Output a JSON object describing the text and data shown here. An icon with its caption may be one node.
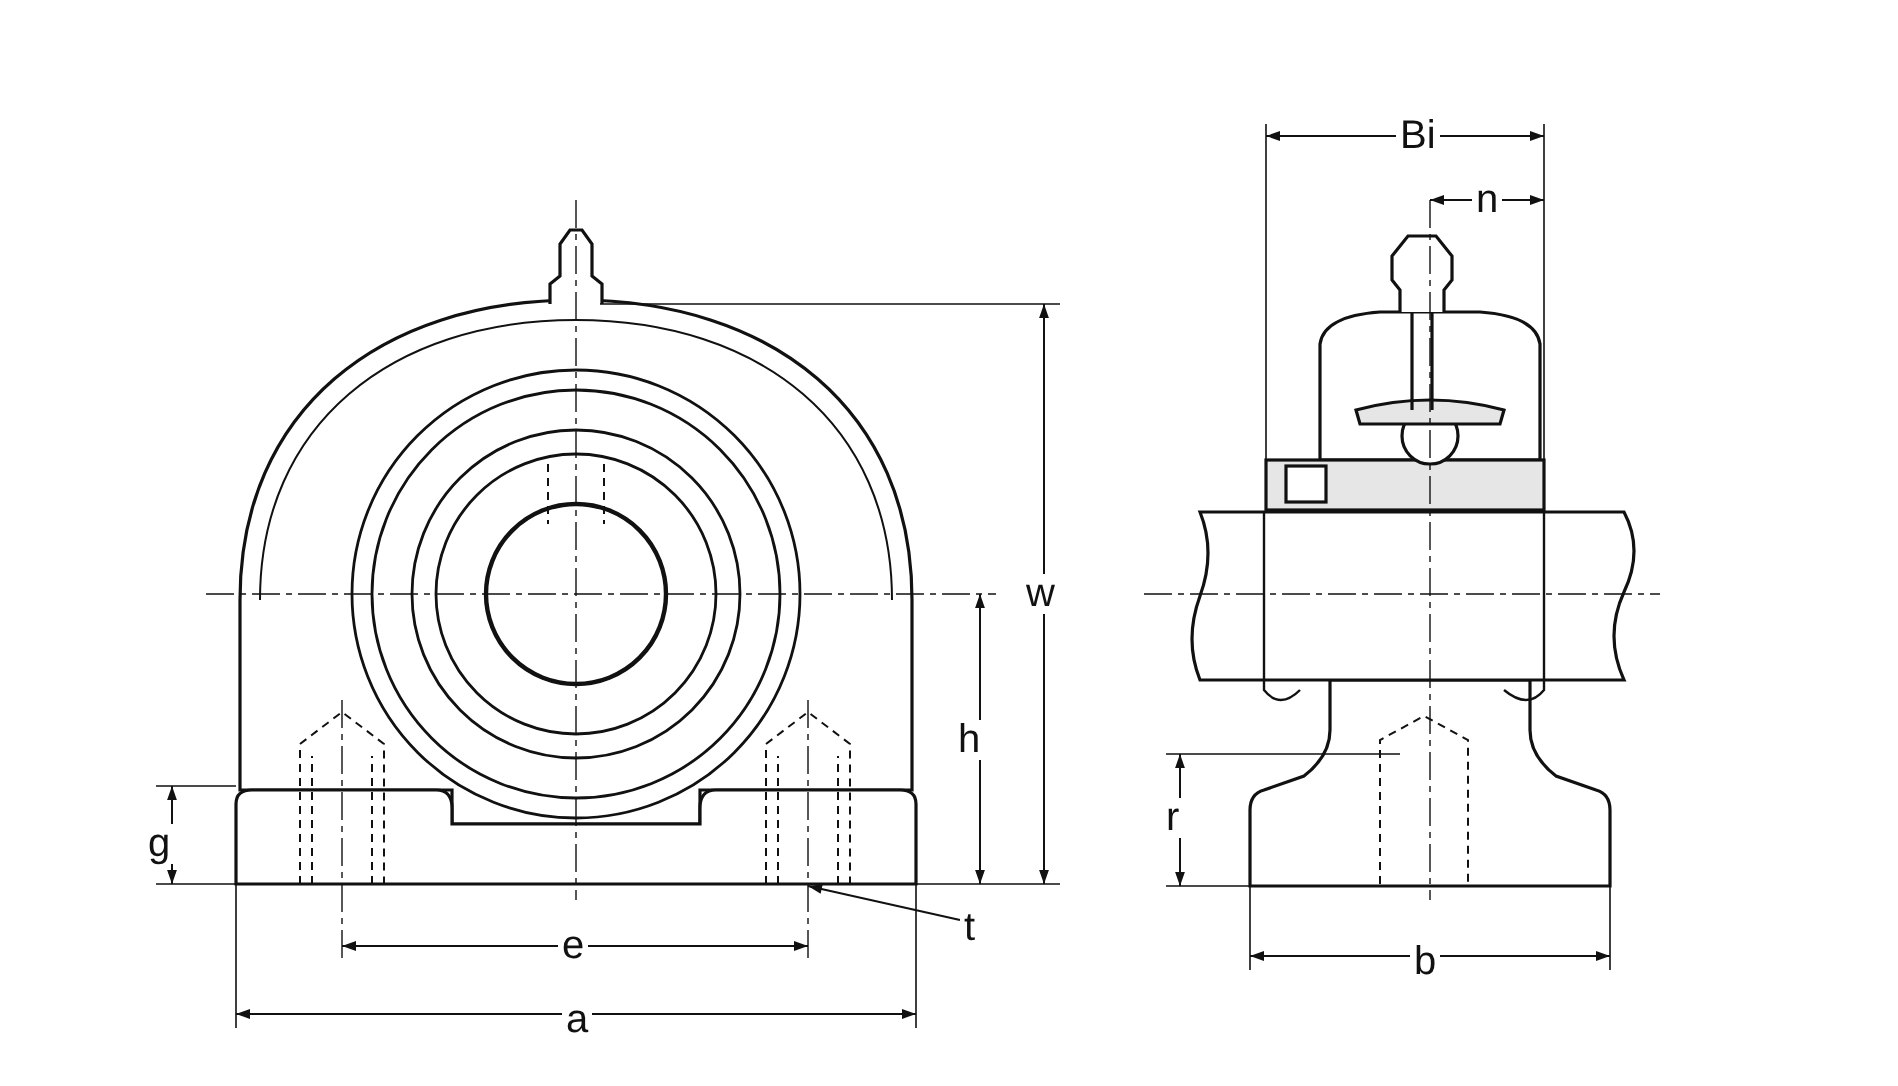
{
  "diagram": {
    "nodes": [
      {
        "text": [
          "t"
        ]
      },
      {
        "text": [],
        "shape": "box"
      }
    ],
    "edges": [
      {
        "from": 0,
        "to": 1,
        "arrow": "to"
      }
    ],
    "labels": [
      "Bi",
      "n",
      "w",
      "h",
      "r",
      "g",
      "e",
      "b",
      "a"
    ]
  }
}
